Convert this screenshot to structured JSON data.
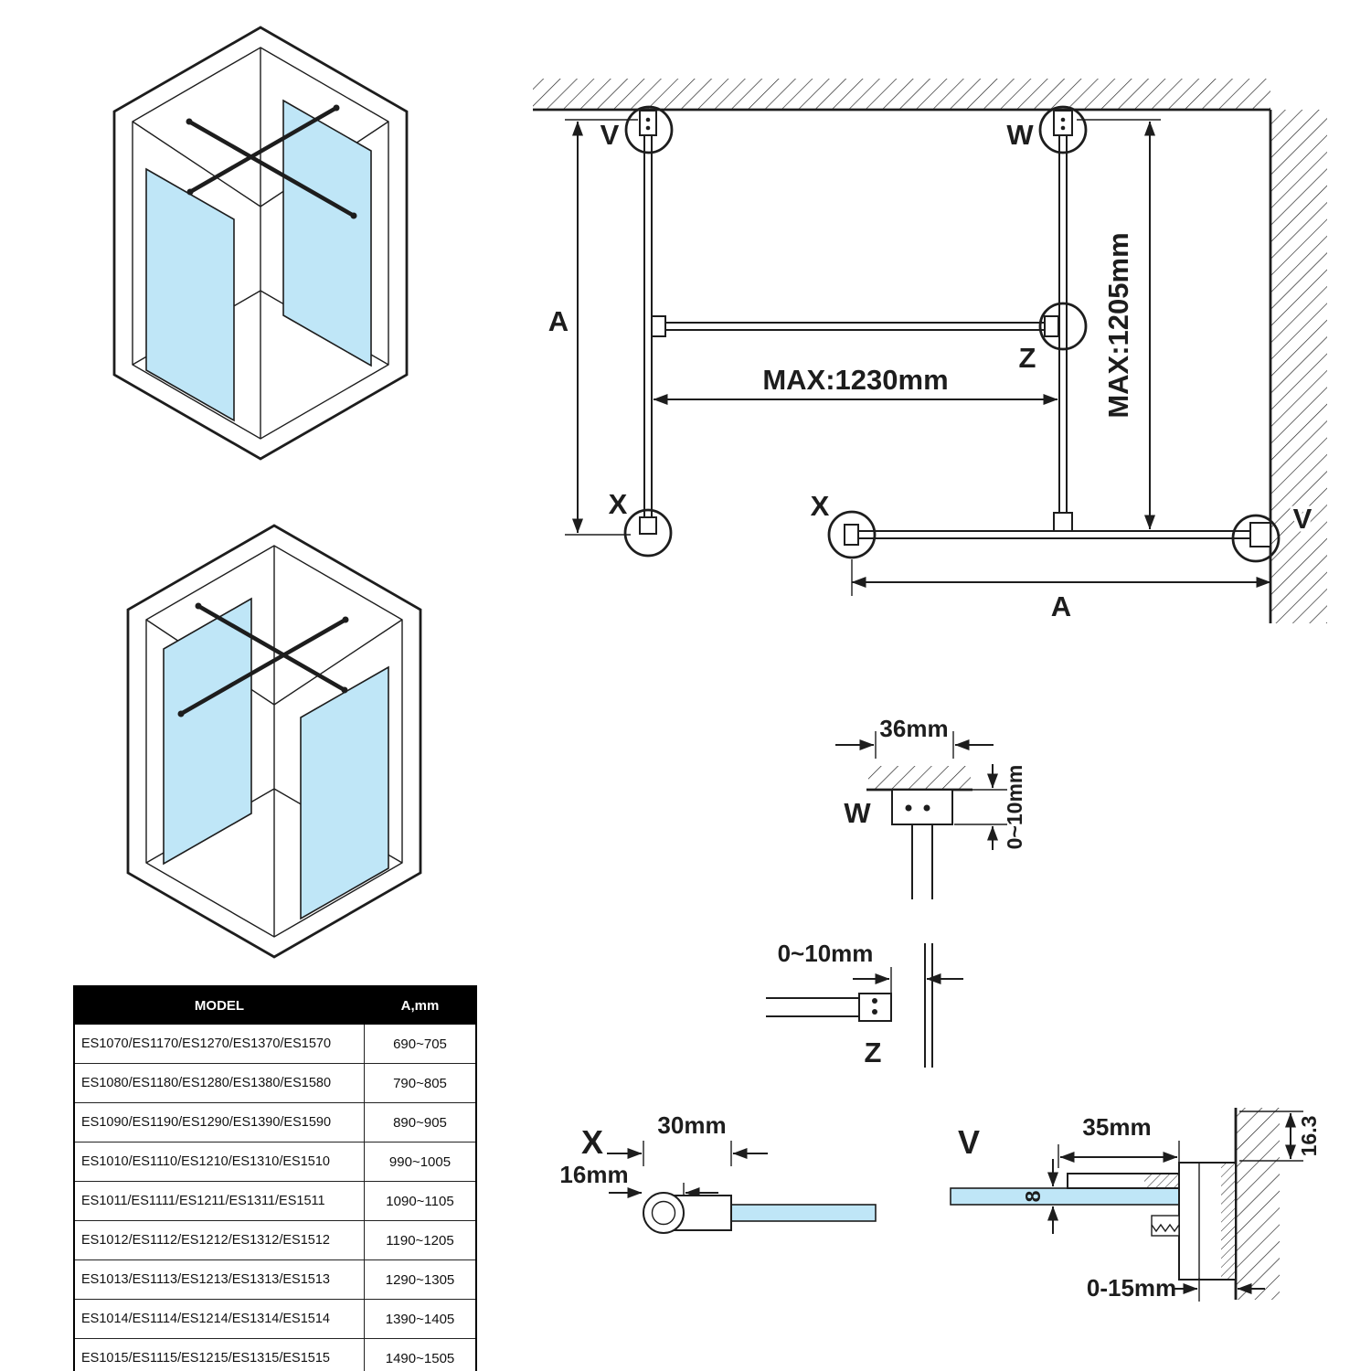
{
  "colors": {
    "line": "#1d1d1d",
    "glass": "#bfe6f7",
    "th_bg": "#000000",
    "th_fg": "#ffffff"
  },
  "plan": {
    "label_v_top": "V",
    "label_w": "W",
    "label_z": "Z",
    "label_x_left": "X",
    "label_x_bottom": "X",
    "label_v_right": "V",
    "label_a_vertical": "A",
    "label_a_horizontal": "A",
    "dim_max_width": "MAX:1230mm",
    "dim_max_height": "MAX:1205mm"
  },
  "detail_w": {
    "label": "W",
    "dim_width": "36mm",
    "dim_gap": "0~10mm"
  },
  "detail_z": {
    "label": "Z",
    "dim_gap": "0~10mm"
  },
  "detail_x": {
    "label": "X",
    "dim_width": "30mm",
    "dim_diameter": "16mm"
  },
  "detail_v": {
    "label": "V",
    "dim_width": "35mm",
    "dim_glass_thickness": "8",
    "dim_profile_height": "16.3",
    "dim_adjust_range": "0-15mm"
  },
  "table": {
    "header_model": "MODEL",
    "header_a": "A,mm",
    "rows": [
      {
        "model": "ES1070/ES1170/ES1270/ES1370/ES1570",
        "a": "690~705"
      },
      {
        "model": "ES1080/ES1180/ES1280/ES1380/ES1580",
        "a": "790~805"
      },
      {
        "model": "ES1090/ES1190/ES1290/ES1390/ES1590",
        "a": "890~905"
      },
      {
        "model": "ES1010/ES1110/ES1210/ES1310/ES1510",
        "a": "990~1005"
      },
      {
        "model": "ES1011/ES1111/ES1211/ES1311/ES1511",
        "a": "1090~1105"
      },
      {
        "model": "ES1012/ES1112/ES1212/ES1312/ES1512",
        "a": "1190~1205"
      },
      {
        "model": "ES1013/ES1113/ES1213/ES1313/ES1513",
        "a": "1290~1305"
      },
      {
        "model": "ES1014/ES1114/ES1214/ES1314/ES1514",
        "a": "1390~1405"
      },
      {
        "model": "ES1015/ES1115/ES1215/ES1315/ES1515",
        "a": "1490~1505"
      }
    ]
  }
}
